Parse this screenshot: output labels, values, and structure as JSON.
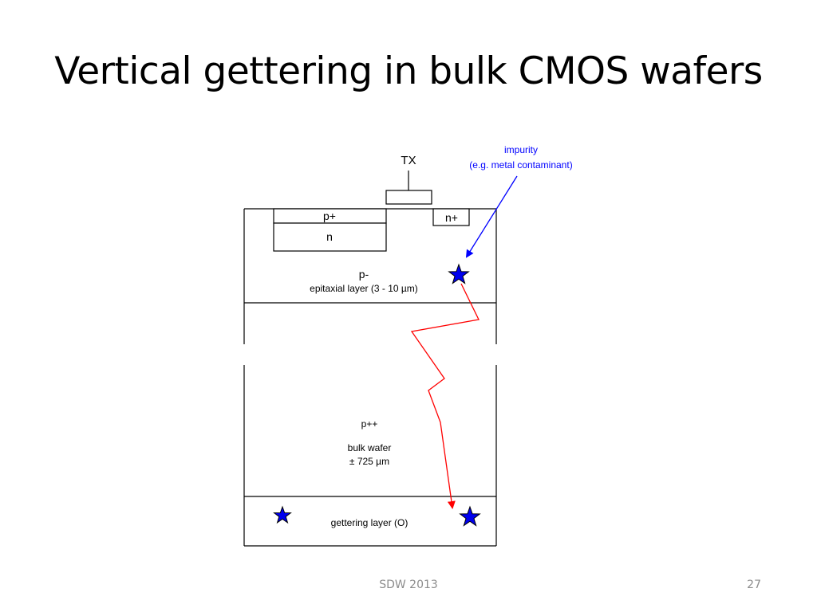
{
  "slide": {
    "title": "Vertical gettering in bulk CMOS wafers",
    "footer_left": "SDW 2013",
    "page_number": "27"
  },
  "diagram": {
    "gate_label": "TX",
    "impurity_label_line1": "impurity",
    "impurity_label_line2": "(e.g. metal contaminant)",
    "p_plus_label": "p+",
    "n_label": "n",
    "n_plus_label": "n+",
    "epi_type_label": "p-",
    "epi_desc_label": "epitaxial layer (3 - 10 µm)",
    "bulk_type_label": "p++",
    "bulk_desc_line1": "bulk wafer",
    "bulk_desc_line2": "± 725 µm",
    "gettering_label": "gettering layer (O)",
    "colors": {
      "outline": "#000000",
      "impurity": "#0000ff",
      "diffusion_path": "#ff0000",
      "star_fill": "#0000ee"
    }
  }
}
